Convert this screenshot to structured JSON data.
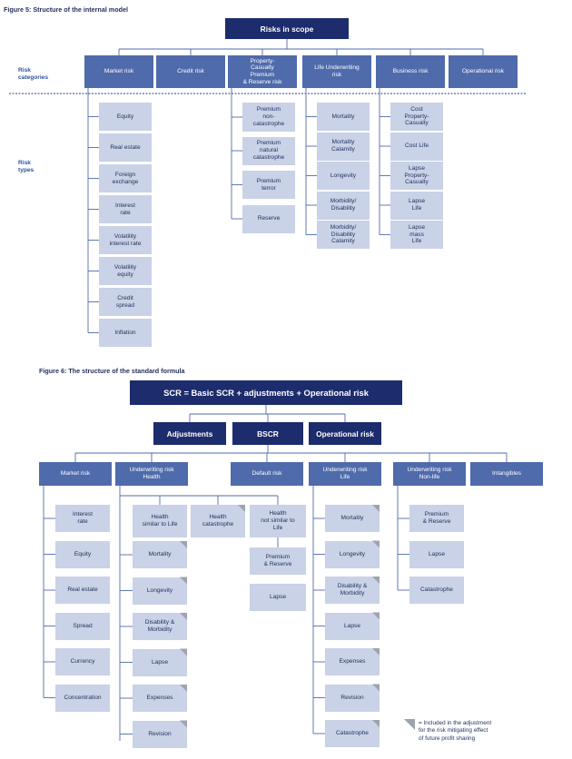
{
  "figure5": {
    "title": "Figure 5: Structure of the internal model",
    "root": "Risks in scope",
    "label_categories": "Risk\ncategories",
    "label_types": "Risk\ntypes",
    "categories": [
      {
        "label": "Market risk",
        "types": [
          "Equity",
          "Real estate",
          "Foreign\nexchange",
          "Interest\nrate",
          "Volatility\ninterest rate",
          "Volatility\nequity",
          "Credit\nspread",
          "Inflation"
        ]
      },
      {
        "label": "Credit risk",
        "types": []
      },
      {
        "label": "Property-\nCasualty\nPremium\n& Reserve risk",
        "types": [
          "Premium\nnon-\ncatastrophe",
          "Premium\nnatural\ncatastrophe",
          "Premium\nterror",
          "Reserve"
        ]
      },
      {
        "label": "Life Underwriting\nrisk",
        "types": [
          "Mortality",
          "Mortality\nCalamity",
          "Longevity",
          "Morbidity/\nDisability",
          "Morbidity/\nDisability\nCalamity"
        ]
      },
      {
        "label": "Business risk",
        "types": [
          "Cost\nProperty-\nCasualty",
          "Cost Life",
          "Lapse\nProperty-\nCasualty",
          "Lapse\nLife",
          "Lapse\nmass\nLife"
        ]
      },
      {
        "label": "Operational risk",
        "types": []
      }
    ]
  },
  "figure6": {
    "title": "Figure 6: The structure of the standard formula",
    "root": "SCR = Basic SCR + adjustments + Operational risk",
    "level1": [
      "Adjustments",
      "BSCR",
      "Operational risk"
    ],
    "modules": [
      {
        "label": "Market risk",
        "types": [
          "Interest\nrate",
          "Equity",
          "Real estate",
          "Spread",
          "Currency",
          "Concentration"
        ]
      },
      {
        "label": "Underwriting risk\nHealth",
        "types": []
      },
      {
        "label": "Default risk",
        "types": []
      },
      {
        "label": "Underwriting risk\nLife",
        "types": [
          "Mortality",
          "Longevity",
          "Disability &\nMorbidity",
          "Lapse",
          "Expenses",
          "Revision",
          "Catastrophe"
        ]
      },
      {
        "label": "Underwriting risk\nNon-life",
        "types": [
          "Premium\n& Reserve",
          "Lapse",
          "Catastrophe"
        ]
      },
      {
        "label": "Intangibles",
        "types": []
      }
    ],
    "health_groups": [
      {
        "label": "Health\nsimilar to Life",
        "types": [
          "Mortality",
          "Longevity",
          "Disability &\nMorbidity",
          "Lapse",
          "Expenses",
          "Revision"
        ]
      },
      {
        "label": "Health\ncatastrophe",
        "types": []
      },
      {
        "label": "Health\nnot similar to\nLife",
        "types": [
          "Premium\n& Reserve",
          "Lapse"
        ]
      }
    ],
    "legend": "= Included in the adjustment\nfor the risk mitigating effect\nof future profit sharing"
  },
  "colors": {
    "dark_navy": "#1c2c6c",
    "category_blue": "#4f6bab",
    "leaf_light": "#c9d2e6",
    "flag_grey": "#9ea3ad",
    "label_blue": "#2b55a3"
  }
}
